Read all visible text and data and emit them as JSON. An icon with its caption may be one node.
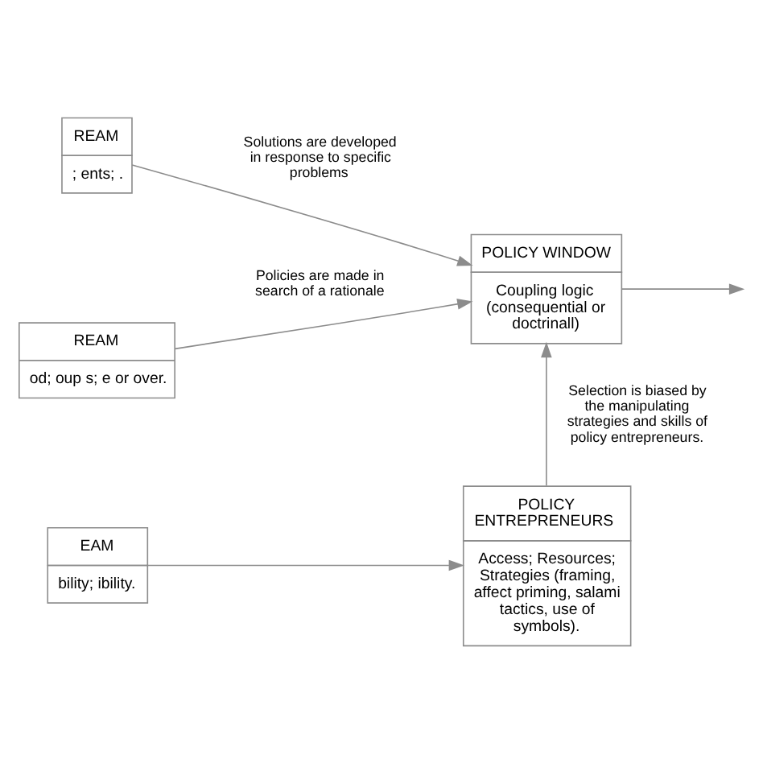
{
  "diagram": {
    "nodes": [
      {
        "text": [
          "REAM",
          "; ents; ."
        ]
      },
      {
        "text": [
          "REAM",
          "od; oup s; e or over."
        ]
      },
      {
        "text": [
          "EAM",
          "bility; ibility."
        ]
      },
      {
        "text": [
          "POLICY WINDOW",
          "Coupling logic (consequential or doctrinall)"
        ]
      },
      {
        "text": [
          "POLICY ENTREPRENEURS",
          "Access; Resources; Strategies (framing, affect priming, salami tactics, use of symbols)."
        ]
      }
    ],
    "edges": [
      {
        "from": 0,
        "to": 3,
        "arrow": "to",
        "label": "Solutions are developed in response to specific problems"
      },
      {
        "from": 1,
        "to": 3,
        "arrow": "to",
        "label": "Policies are made in search of a rationale"
      },
      {
        "from": 4,
        "to": 3,
        "arrow": "to",
        "label": "Selection is biased by the manipulating strategies and skills of policy entrepreneurs."
      },
      {
        "from": 2,
        "to": 4,
        "arrow": "to"
      },
      {
        "from": 3,
        "to": null,
        "arrow": "to"
      }
    ]
  }
}
